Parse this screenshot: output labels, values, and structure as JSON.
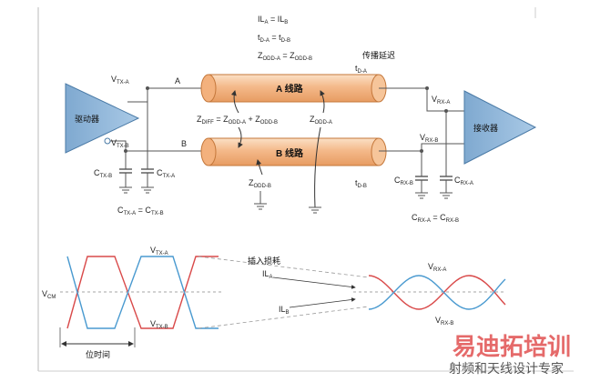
{
  "equations": {
    "il": [
      "IL",
      "A",
      " = IL",
      "B"
    ],
    "td": [
      "t",
      "D-A",
      " = t",
      "D-B"
    ],
    "zodd": [
      "Z",
      "ODD-A",
      " = Z",
      "ODD-B"
    ]
  },
  "driver": {
    "label": "驱动器"
  },
  "receiver": {
    "label": "接收器"
  },
  "line_a": {
    "label": "A 线路"
  },
  "line_b": {
    "label": "B 线路"
  },
  "node_a": "A",
  "node_b": "B",
  "prop_delay": "传播延迟",
  "labels": {
    "vtxa": [
      "V",
      "TX-A"
    ],
    "vtxb": [
      "V",
      "TX-B"
    ],
    "vrxa": [
      "V",
      "RX-A"
    ],
    "vrxb": [
      "V",
      "RX-B"
    ],
    "tda": [
      "t",
      "D-A"
    ],
    "tdb": [
      "t",
      "D-B"
    ],
    "zdiff": [
      "Z",
      "DIFF",
      " = Z",
      "ODD-A",
      " + Z",
      "ODD-B"
    ],
    "zodda": [
      "Z",
      "ODD-A"
    ],
    "zoddb": [
      "Z",
      "ODD-B"
    ],
    "ctxb": [
      "C",
      "TX-B"
    ],
    "ctxa": [
      "C",
      "TX-A"
    ],
    "ctx_eq": [
      "C",
      "TX-A",
      " = C",
      "TX-B"
    ],
    "crxb": [
      "C",
      "RX-B"
    ],
    "crxa": [
      "C",
      "RX-A"
    ],
    "crx_eq": [
      "C",
      "RX-A",
      " = C",
      "RX-B"
    ]
  },
  "waveform": {
    "vcm": [
      "V",
      "CM"
    ],
    "vtxa": [
      "V",
      "TX-A"
    ],
    "vtxb": [
      "V",
      "TX-B"
    ],
    "insertion_loss": "插入损耗",
    "ila": [
      "IL",
      "A"
    ],
    "ilb": [
      "IL",
      "B"
    ],
    "vrxa": [
      "V",
      "RX-A"
    ],
    "vrxb": [
      "V",
      "RX-B"
    ],
    "bit_time": "位时间"
  },
  "watermark": {
    "main": "易迪拓培训",
    "sub": "射频和天线设计专家"
  },
  "colors": {
    "line_fill": "#f6c59a",
    "line_stroke": "#c4773a",
    "amp_fill": "#8fb5d8",
    "amp_stroke": "#4a7aa6",
    "red": "#d94a4a",
    "blue": "#4a9ad0",
    "watermark": "#e05050"
  }
}
